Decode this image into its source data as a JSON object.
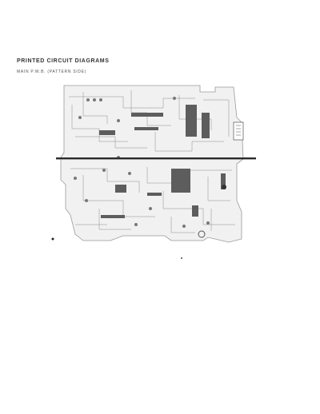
{
  "page": {
    "title": "PRINTED CIRCUIT DIAGRAMS",
    "subtitle": "MAIN P.W.B. (PATTERN SIDE)"
  },
  "board": {
    "image": "printed-circuit-board-pattern"
  }
}
